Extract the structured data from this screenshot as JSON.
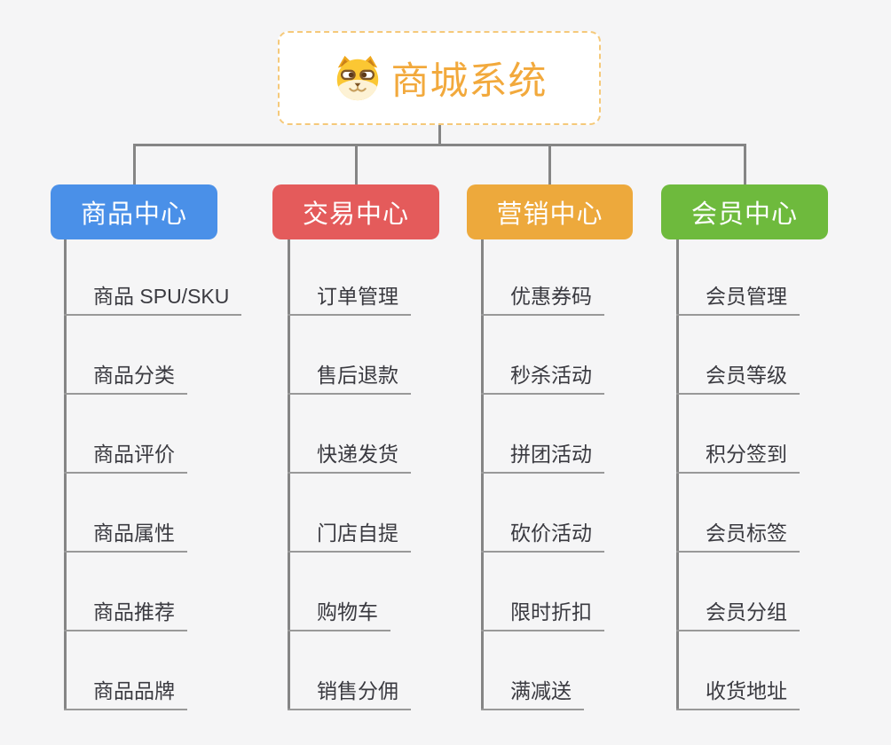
{
  "root": {
    "title": "商城系统",
    "icon": "dog-face-icon"
  },
  "branches": [
    {
      "label": "商品中心",
      "color": "#4a90e8",
      "items": [
        "商品 SPU/SKU",
        "商品分类",
        "商品评价",
        "商品属性",
        "商品推荐",
        "商品品牌"
      ]
    },
    {
      "label": "交易中心",
      "color": "#e45b5b",
      "items": [
        "订单管理",
        "售后退款",
        "快递发货",
        "门店自提",
        "购物车",
        "销售分佣"
      ]
    },
    {
      "label": "营销中心",
      "color": "#eda93c",
      "items": [
        "优惠券码",
        "秒杀活动",
        "拼团活动",
        "砍价活动",
        "限时折扣",
        "满减送"
      ]
    },
    {
      "label": "会员中心",
      "color": "#6eba3d",
      "items": [
        "会员管理",
        "会员等级",
        "积分签到",
        "会员标签",
        "会员分组",
        "收货地址"
      ]
    }
  ],
  "colors": {
    "background": "#f5f5f6",
    "connector": "#858585",
    "leaf_underline": "#999999",
    "leaf_text": "#3a3a40",
    "root_text": "#f2a93c",
    "root_border": "#f5c97a"
  }
}
